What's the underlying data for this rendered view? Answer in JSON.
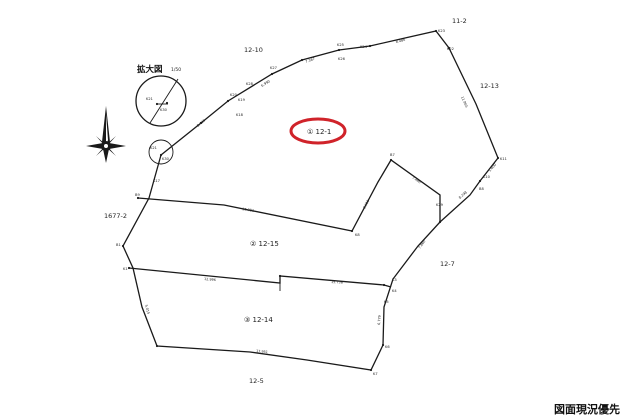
{
  "lots": {
    "main": "① 12-1",
    "lot15": "② 12-15",
    "lot14": "③ 12-14"
  },
  "neighbors": {
    "n12_10": "12-10",
    "n11_2": "11-2",
    "n12_13": "12-13",
    "n1677_2": "1677-2",
    "n12_7": "12-7",
    "n12_5": "12-5"
  },
  "inset": {
    "title": "拡大図",
    "scale": "1/50",
    "p1": "K21",
    "p2": "K30"
  },
  "points": {
    "k21": "K21",
    "k30": "K30",
    "k20": "K20",
    "k19": "K19",
    "k18": "K18",
    "k17": "K17",
    "k22": "K22",
    "k23": "K23",
    "k24": "K24",
    "k25": "K25",
    "k26": "K26",
    "k27": "K27",
    "k28": "K28",
    "k10": "K10",
    "k11": "K11",
    "b8": "B8",
    "b7": "B7",
    "k29": "K29",
    "k8": "K8",
    "k3": "K3",
    "k4": "K4",
    "k5": "K5",
    "k6": "K6",
    "k7": "K7",
    "b9": "B9",
    "b1": "B1",
    "k1": "K1"
  },
  "dims": {
    "d1": "8.486",
    "d2": "7.367",
    "d3": "6.990",
    "d4": "8.426",
    "d5": "11.965",
    "d6": "1.600",
    "d7": "8.298",
    "d8": "7.480",
    "d9": "8.619",
    "d10": "10.292",
    "d11": "12.996",
    "d12": "15.736",
    "d13": "17.951",
    "d14": "7.860",
    "d15": "6.779",
    "d16": "5.015"
  },
  "footer": "図面現況優先",
  "colors": {
    "highlight": "#d0232a",
    "ink": "#1a1a1a"
  }
}
